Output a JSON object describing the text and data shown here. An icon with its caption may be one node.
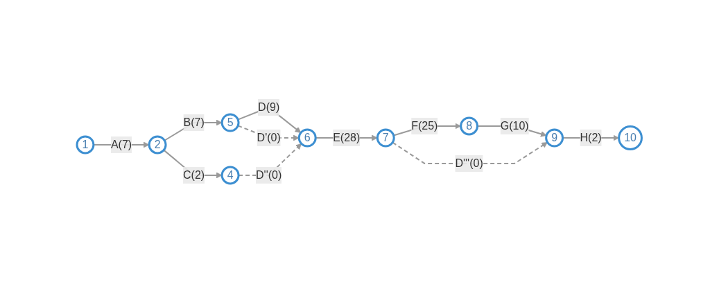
{
  "diagram": {
    "nodes": [
      {
        "text": [
          "1"
        ]
      },
      {
        "text": [
          "2"
        ]
      },
      {
        "text": [
          "5"
        ]
      },
      {
        "text": [
          "4"
        ]
      },
      {
        "text": [
          "6"
        ]
      },
      {
        "text": [
          "7"
        ]
      },
      {
        "text": [
          "8"
        ]
      },
      {
        "text": [
          "9"
        ]
      },
      {
        "text": [
          "10"
        ]
      }
    ],
    "edges": [
      {
        "from": 0,
        "to": 1,
        "arrow": "to",
        "label": "A(7)"
      },
      {
        "from": 1,
        "to": 2,
        "arrow": "to",
        "label": "B(7)"
      },
      {
        "from": 1,
        "to": 3,
        "arrow": "to",
        "label": "C(2)"
      },
      {
        "from": 2,
        "to": 4,
        "arrow": "to",
        "label": "D(9)"
      },
      {
        "from": 2,
        "to": 4,
        "arrow": "to",
        "label": "D'(0)",
        "style": "dashed"
      },
      {
        "from": 3,
        "to": 4,
        "arrow": "to",
        "label": "D''(0)",
        "style": "dashed"
      },
      {
        "from": 4,
        "to": 5,
        "arrow": "to",
        "label": "E(28)"
      },
      {
        "from": 5,
        "to": 6,
        "arrow": "to",
        "label": "F(25)"
      },
      {
        "from": 6,
        "to": 7,
        "arrow": "to",
        "label": "G(10)"
      },
      {
        "from": 5,
        "to": 7,
        "arrow": "to",
        "label": "D'''(0)",
        "style": "dashed"
      },
      {
        "from": 7,
        "to": 8,
        "arrow": "to",
        "label": "H(2)"
      }
    ]
  }
}
